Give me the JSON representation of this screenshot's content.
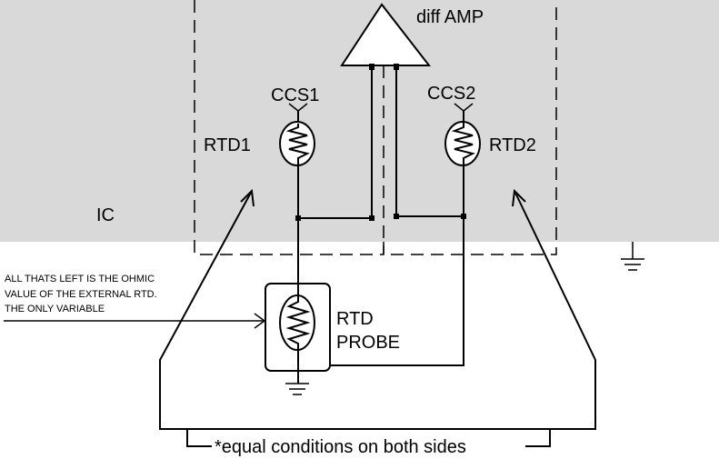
{
  "labels": {
    "ic": "IC",
    "diff_amp": "diff AMP",
    "ccs1": "CCS1",
    "ccs2": "CCS2",
    "rtd1": "RTD1",
    "rtd2": "RTD2",
    "rtd_probe_line1": "RTD",
    "rtd_probe_line2": "PROBE",
    "note_line1": "ALL THATS LEFT IS THE OHMIC",
    "note_line2": "VALUE OF THE EXTERNAL RTD.",
    "note_line3": "THE ONLY VARIABLE",
    "equal_conditions": "*equal conditions on both sides"
  },
  "colors": {
    "ic_region": "#d9d9d9",
    "line": "#000000",
    "background": "#ffffff"
  }
}
